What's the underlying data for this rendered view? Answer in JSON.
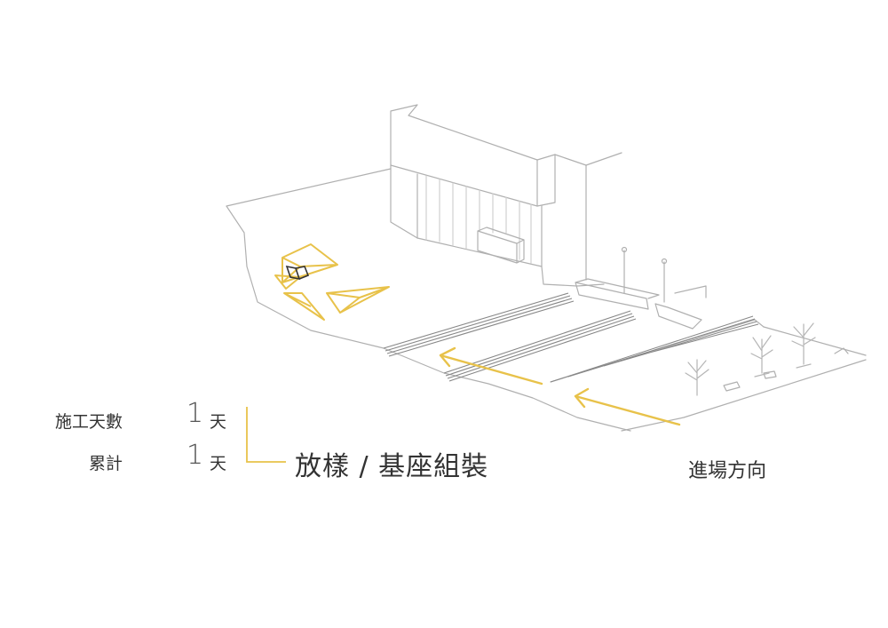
{
  "labels": {
    "work_days_label": "施工天數",
    "work_days_value": "1",
    "work_days_unit": "天",
    "cumulative_label": "累計",
    "cumulative_value": "1",
    "cumulative_unit": "天",
    "activity": "放樣 / 基座組裝",
    "entry_direction": "進場方向"
  },
  "colors": {
    "accent": "#e8c24a",
    "line": "#aaaaaa",
    "text": "#333333"
  }
}
